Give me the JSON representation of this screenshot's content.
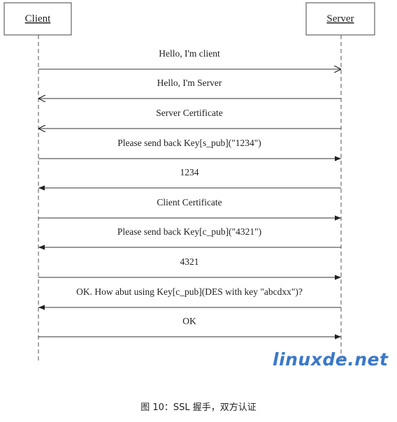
{
  "actors": [
    {
      "id": "client",
      "label": "Client"
    },
    {
      "id": "server",
      "label": "Server"
    }
  ],
  "messages": [
    {
      "from": "client",
      "to": "server",
      "label": "Hello, I'm client",
      "arrow": "open"
    },
    {
      "from": "server",
      "to": "client",
      "label": "Hello, I'm Server",
      "arrow": "open"
    },
    {
      "from": "server",
      "to": "client",
      "label": "Server Certificate",
      "arrow": "open"
    },
    {
      "from": "client",
      "to": "server",
      "label": "Please send back Key[s_pub](\"1234\")",
      "arrow": "filled"
    },
    {
      "from": "server",
      "to": "client",
      "label": "1234",
      "arrow": "filled"
    },
    {
      "from": "client",
      "to": "server",
      "label": "Client Certificate",
      "arrow": "filled"
    },
    {
      "from": "server",
      "to": "client",
      "label": "Please send back Key[c_pub](\"4321\")",
      "arrow": "filled"
    },
    {
      "from": "client",
      "to": "server",
      "label": "4321",
      "arrow": "filled"
    },
    {
      "from": "server",
      "to": "client",
      "label": "OK. How abut using Key[c_pub](DES with key \"abcdxx\")?",
      "arrow": "filled"
    },
    {
      "from": "client",
      "to": "server",
      "label": "OK",
      "arrow": "filled"
    }
  ],
  "watermark": "linuxde.net",
  "caption": "图 10：SSL 握手，双方认证"
}
